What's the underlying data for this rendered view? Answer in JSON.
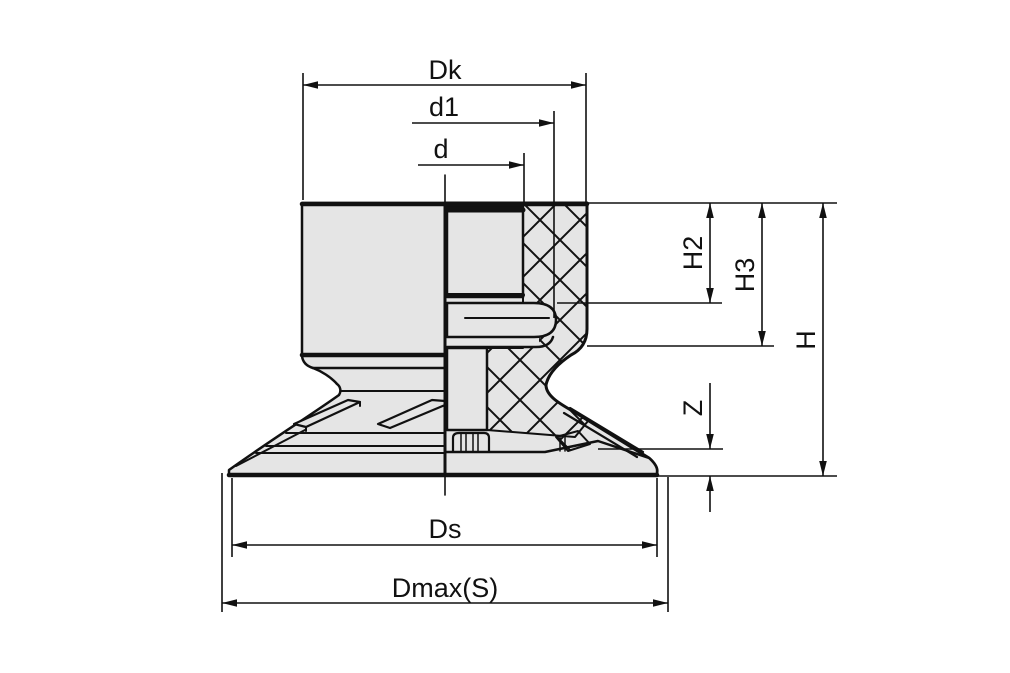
{
  "drawing": {
    "title": "bellows-suction-cup-cross-section",
    "colors": {
      "background": "#ffffff",
      "part_fill": "#e5e5e5",
      "line": "#111111"
    },
    "dims": {
      "dk": "Dk",
      "d1": "d1",
      "d": "d",
      "h2": "H2",
      "h3": "H3",
      "h": "H",
      "z": "Z",
      "ds": "Ds",
      "dmax": "Dmax(S)"
    }
  }
}
